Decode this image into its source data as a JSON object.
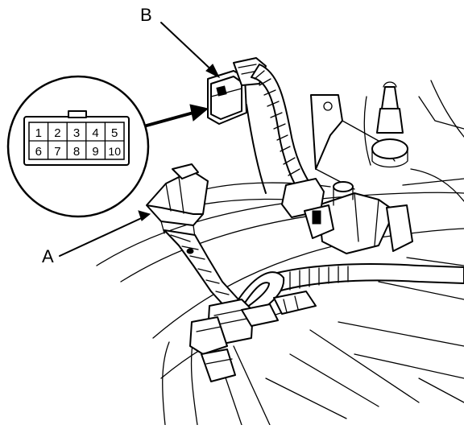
{
  "callouts": {
    "a": "A",
    "b": "B"
  },
  "connector_pins": {
    "row1": [
      "1",
      "2",
      "3",
      "4",
      "5"
    ],
    "row2": [
      "6",
      "7",
      "8",
      "9",
      "10"
    ]
  }
}
